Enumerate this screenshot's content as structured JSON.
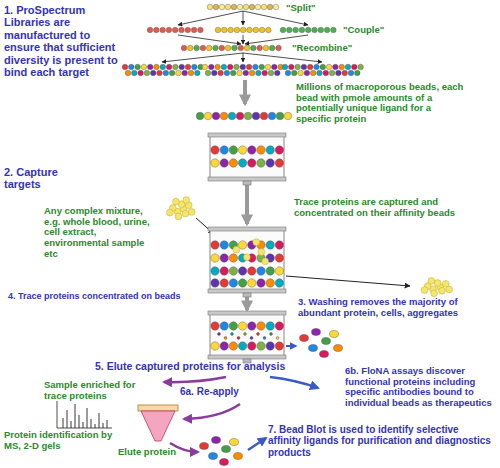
{
  "diagram": {
    "labels": [
      "1. ProSpectrum Libraries are manufactured to ensure that sufficient diversity is present to bind each target",
      "\"Split\"",
      "\"Couple\"",
      "\"Recombine\"",
      "Millions of macroporous beads, each bead with pmole amounts of a potentially unique ligand for a specific protein",
      "2. Capture targets",
      "Any complex mixture, e.g. whole blood, urine, cell extract, environmental sample etc",
      "Trace proteins are captured and concentrated on their affinity beads",
      "3. Washing removes the majority of abundant protein, cells, aggregates",
      "4. Trace proteins concentrated on beads",
      "5. Elute captured proteins for analysis",
      "6b. FloNA assays discover functional proteins including specific antibodies bound to individual beads as therapeutics",
      "Sample enriched for trace proteins",
      "6a. Re-apply",
      "7. Bead Blot is used to identify selective affinity ligands for purification and diagnostics products",
      "Protein identification by MS, 2-D gels",
      "Elute protein"
    ]
  }
}
